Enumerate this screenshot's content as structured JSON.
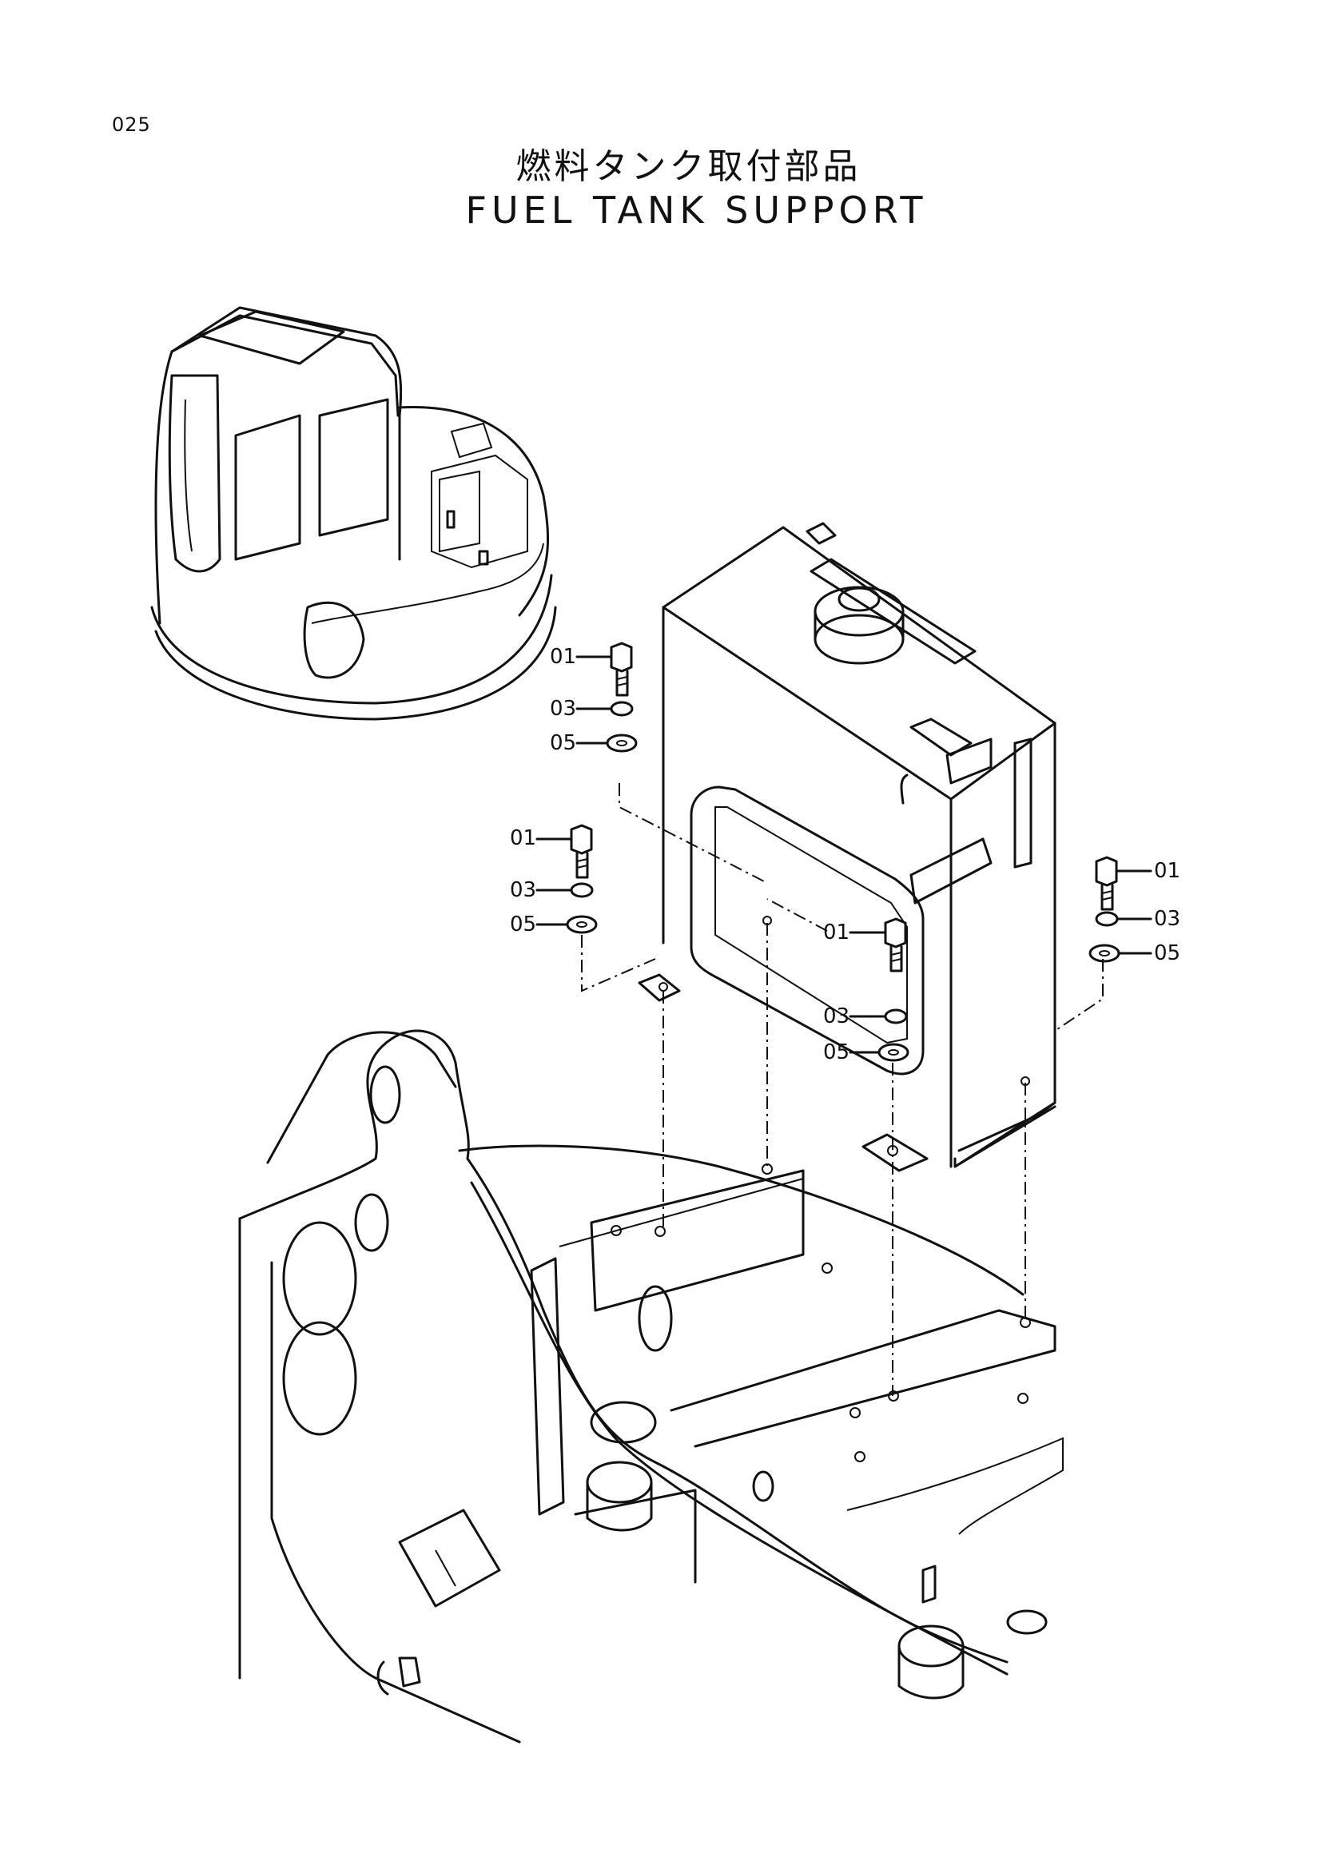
{
  "page_number": "025",
  "title_jp": "燃料タンク取付部品",
  "title_en": "FUEL TANK SUPPORT",
  "callouts": [
    {
      "label": "01",
      "part": "bolt-icon"
    },
    {
      "label": "03",
      "part": "spring-washer-icon"
    },
    {
      "label": "05",
      "part": "flat-washer-icon"
    }
  ]
}
